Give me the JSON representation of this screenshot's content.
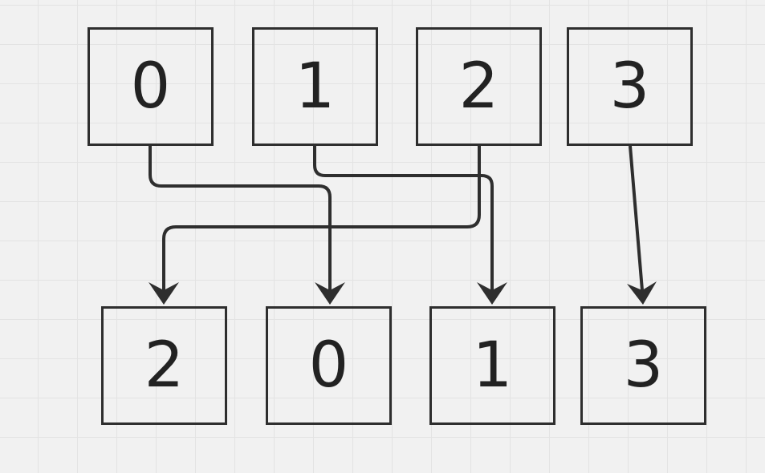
{
  "diagram": {
    "source_row": {
      "boxes": [
        {
          "label": "0"
        },
        {
          "label": "1"
        },
        {
          "label": "2"
        },
        {
          "label": "3"
        }
      ]
    },
    "target_row": {
      "boxes": [
        {
          "label": "2"
        },
        {
          "label": "0"
        },
        {
          "label": "1"
        },
        {
          "label": "3"
        }
      ]
    },
    "connections": [
      {
        "from": "0",
        "to": "0"
      },
      {
        "from": "1",
        "to": "1"
      },
      {
        "from": "2",
        "to": "2"
      },
      {
        "from": "3",
        "to": "3"
      }
    ],
    "colors": {
      "stroke": "#2e2e2e",
      "background": "#f1f1f1",
      "grid": "#e3e3e3"
    }
  }
}
